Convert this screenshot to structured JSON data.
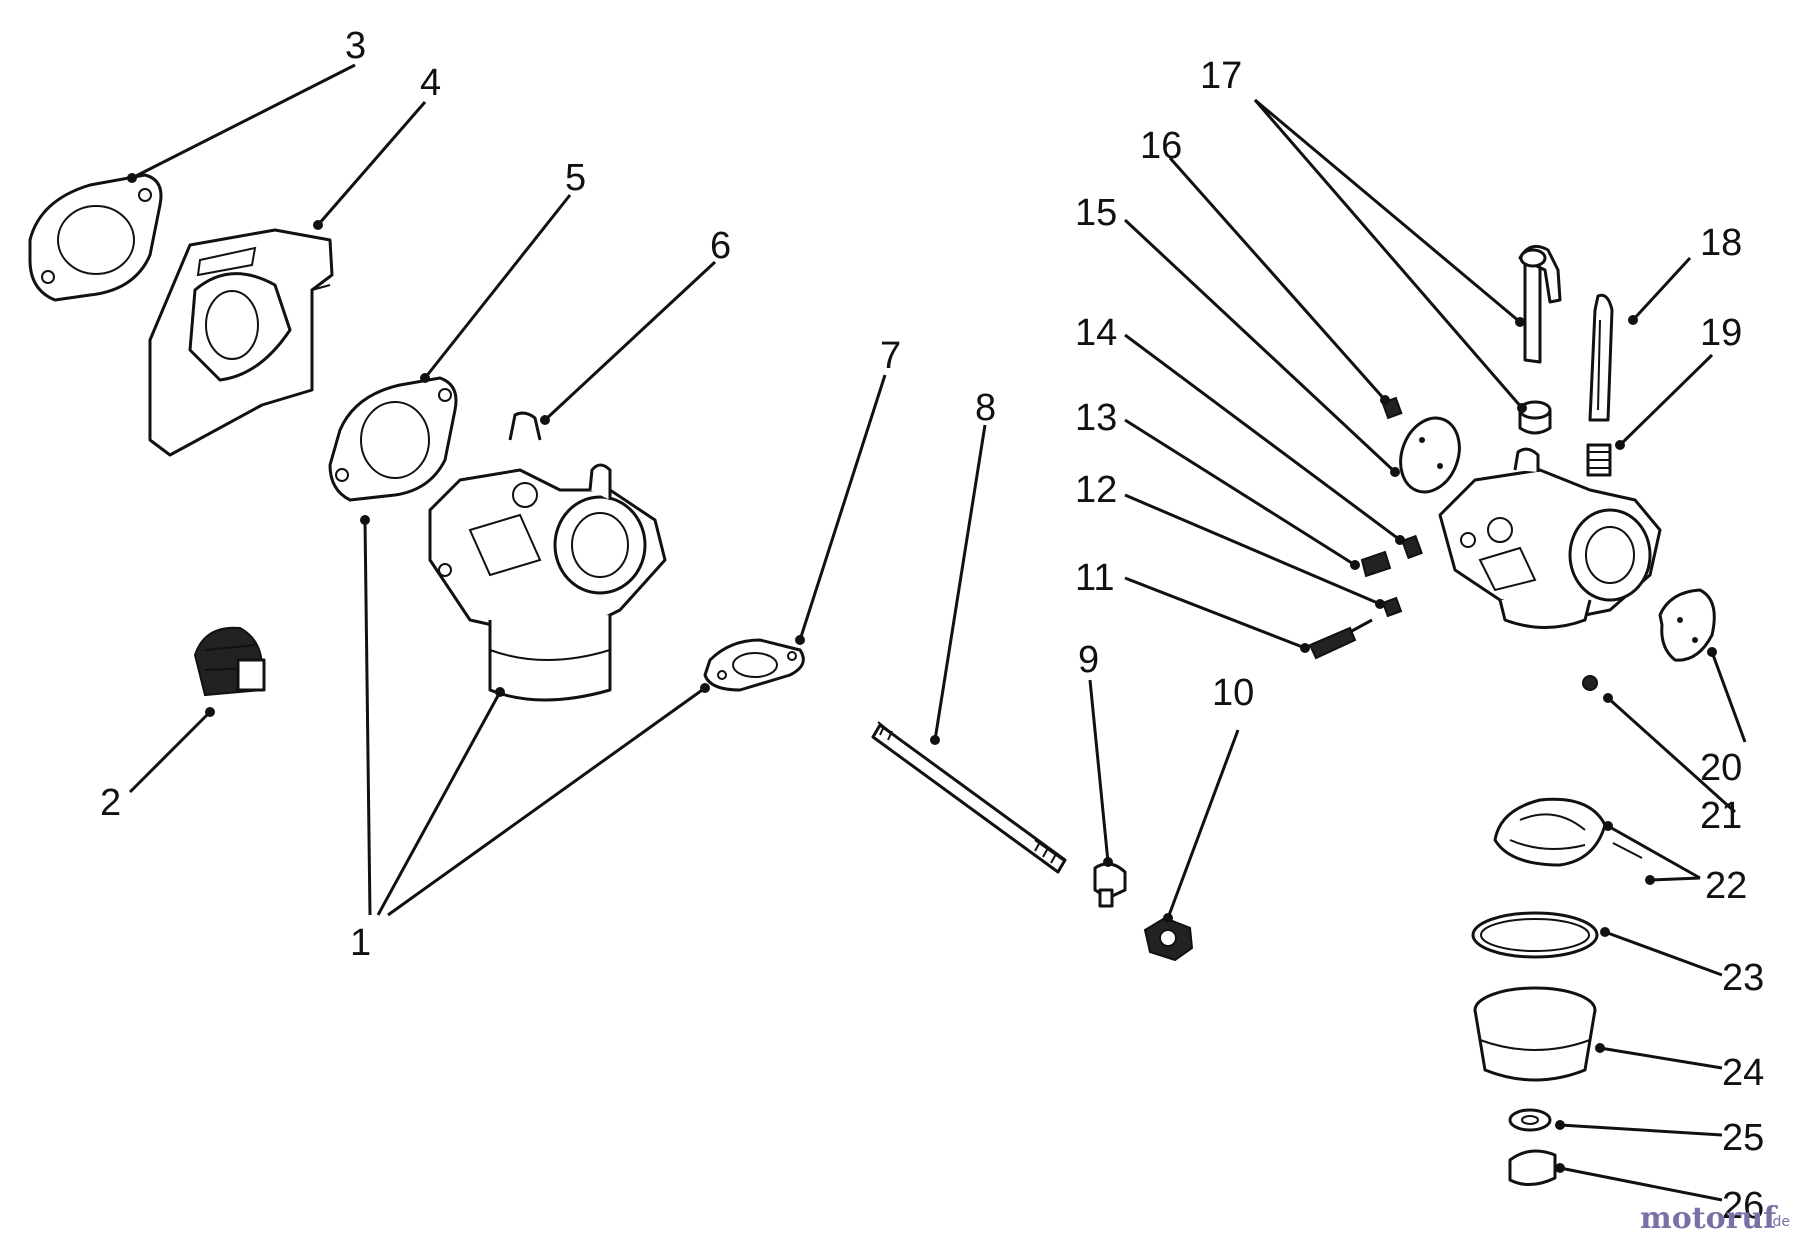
{
  "diagram": {
    "callouts": [
      "1",
      "2",
      "3",
      "4",
      "5",
      "6",
      "7",
      "8",
      "9",
      "10",
      "11",
      "12",
      "13",
      "14",
      "15",
      "16",
      "17",
      "18",
      "19",
      "20",
      "21",
      "22",
      "23",
      "24",
      "25",
      "26"
    ]
  },
  "watermark": {
    "text": "motoruf",
    "suffix": ".de"
  }
}
